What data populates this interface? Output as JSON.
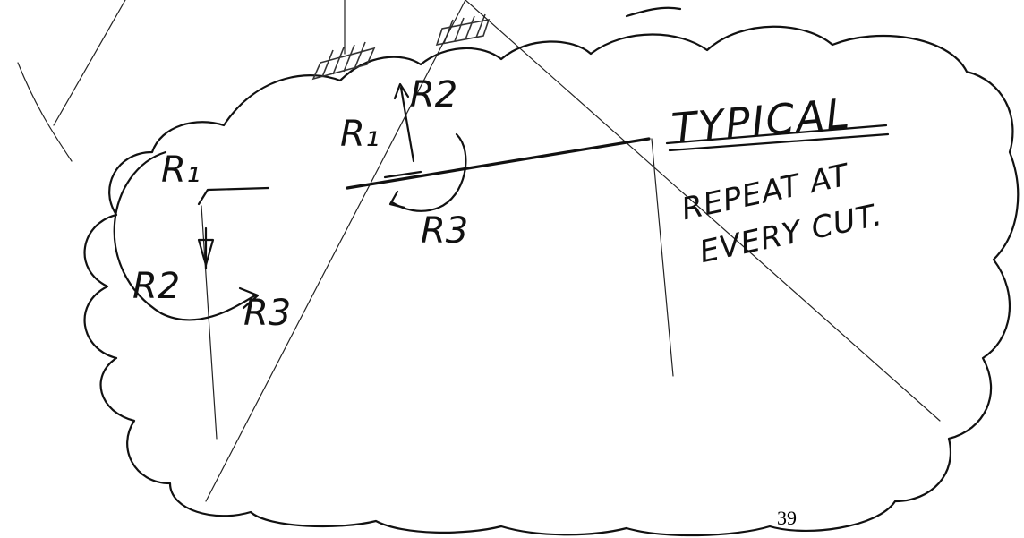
{
  "labels": {
    "r1_left": "R₁",
    "r2_left": "R2",
    "r3_left": "R3",
    "r1_right": "R₁",
    "r2_right": "R2",
    "r3_right": "R3"
  },
  "note": {
    "title": "TYPICAL",
    "line1": "REPEAT AT",
    "line2": "EVERY CUT."
  },
  "page_number": "39",
  "colors": {
    "ink": "#111111",
    "paper": "#ffffff"
  }
}
